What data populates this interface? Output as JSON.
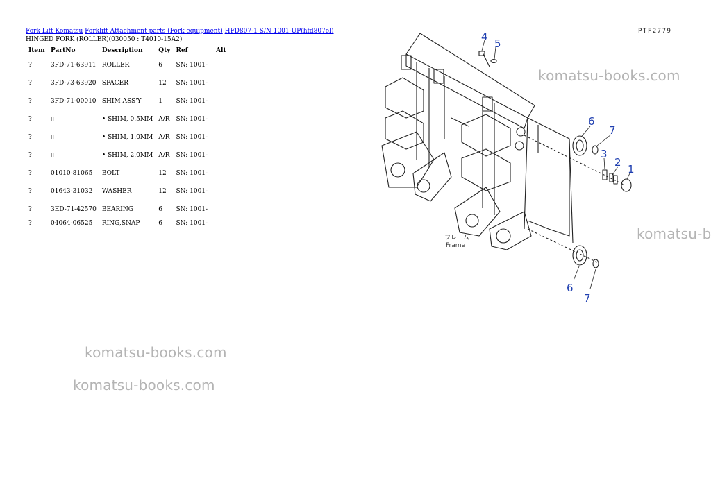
{
  "breadcrumb": {
    "links": [
      "Fork Lift Komatsu",
      "Forklift Attachment parts (Fork equipment)",
      "HFD807-1 S/N 1001-UP(hfd807el)"
    ]
  },
  "page_title": "HINGED FORK (ROLLER)(030050 : T4010-15A2)",
  "table": {
    "headers": [
      "Item",
      "PartNo",
      "Description",
      "Qty",
      "Ref",
      "Alt"
    ],
    "rows": [
      {
        "item": "?",
        "part": "3FD-71-63911",
        "desc": "ROLLER",
        "qty": "6",
        "ref": "SN: 1001-"
      },
      {
        "item": "?",
        "part": "3FD-73-63920",
        "desc": "SPACER",
        "qty": "12",
        "ref": "SN: 1001-"
      },
      {
        "item": "?",
        "part": "3FD-71-00010",
        "desc": "SHIM ASS'Y",
        "qty": "1",
        "ref": "SN: 1001-"
      },
      {
        "item": "?",
        "part": "▯",
        "desc": "• SHIM, 0.5MM",
        "qty": "A/R",
        "ref": "SN: 1001-"
      },
      {
        "item": "?",
        "part": "▯",
        "desc": "• SHIM, 1.0MM",
        "qty": "A/R",
        "ref": "SN: 1001-"
      },
      {
        "item": "?",
        "part": "▯",
        "desc": "• SHIM, 2.0MM",
        "qty": "A/R",
        "ref": "SN: 1001-"
      },
      {
        "item": "?",
        "part": "01010-81065",
        "desc": "BOLT",
        "qty": "12",
        "ref": "SN: 1001-"
      },
      {
        "item": "?",
        "part": "01643-31032",
        "desc": "WASHER",
        "qty": "12",
        "ref": "SN: 1001-"
      },
      {
        "item": "?",
        "part": "3ED-71-42570",
        "desc": "BEARING",
        "qty": "6",
        "ref": "SN: 1001-"
      },
      {
        "item": "?",
        "part": "04064-06525",
        "desc": "RING,SNAP",
        "qty": "6",
        "ref": "SN: 1001-"
      }
    ]
  },
  "diagram": {
    "figure_code": "PTF2779",
    "frame_label_line1": "フレーム",
    "frame_label_line2": "Frame",
    "callouts": [
      "4",
      "5",
      "6",
      "7",
      "3",
      "2",
      "1",
      "6",
      "7"
    ],
    "callout_color": "#1f3fb0"
  },
  "watermarks": [
    "komatsu-books.com",
    "komatsu-books.com",
    "komatsu-books.com",
    "komatsu-books.com"
  ]
}
